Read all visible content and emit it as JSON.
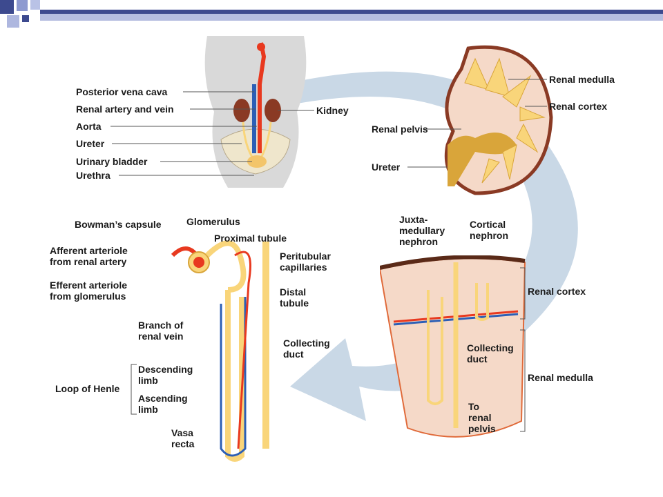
{
  "colors": {
    "title_bar": "#3d4a8f",
    "arrow": "#c9d8e6",
    "artery": "#e8391f",
    "vein": "#2c5fb5",
    "tubule": "#f9d57a",
    "tubule_outline": "#d9a53a",
    "skin": "#d9d9d9",
    "cortex": "#f5d9c8",
    "capsule": "#8a3a24"
  },
  "body_labels": {
    "posterior_vena_cava": "Posterior vena cava",
    "renal_artery_vein": "Renal artery and vein",
    "aorta": "Aorta",
    "ureter": "Ureter",
    "urinary_bladder": "Urinary bladder",
    "urethra": "Urethra",
    "kidney": "Kidney"
  },
  "kidney_labels": {
    "renal_medulla": "Renal medulla",
    "renal_cortex": "Renal cortex",
    "renal_pelvis": "Renal pelvis",
    "ureter": "Ureter"
  },
  "nephron_labels": {
    "bowmans_capsule": "Bowman’s capsule",
    "glomerulus": "Glomerulus",
    "proximal_tubule": "Proximal tubule",
    "afferent_arteriole": "Afferent arteriole\nfrom renal artery",
    "peritubular_capillaries": "Peritubular\ncapillaries",
    "efferent_arteriole": "Efferent arteriole\nfrom glomerulus",
    "distal_tubule": "Distal\ntubule",
    "branch_renal_vein": "Branch of\nrenal vein",
    "collecting_duct": "Collecting\nduct",
    "descending_limb": "Descending\nlimb",
    "loop_of_henle": "Loop of Henle",
    "ascending_limb": "Ascending\nlimb",
    "vasa_recta": "Vasa\nrecta"
  },
  "section_labels": {
    "juxtamedullary": "Juxta-\nmedullary\nnephron",
    "cortical": "Cortical\nnephron",
    "renal_cortex": "Renal cortex",
    "collecting_duct": "Collecting\nduct",
    "renal_medulla": "Renal medulla",
    "to_renal_pelvis": "To\nrenal\npelvis"
  }
}
